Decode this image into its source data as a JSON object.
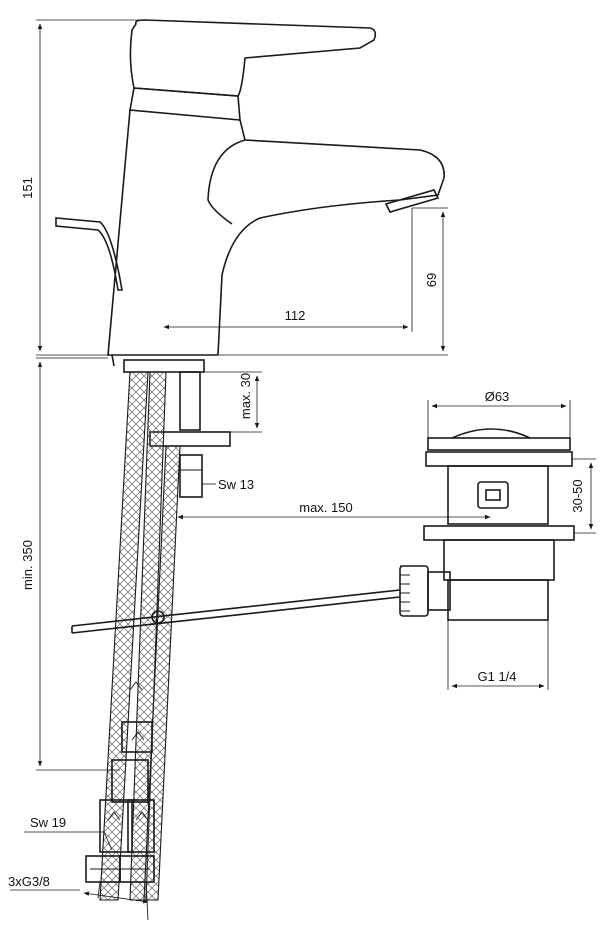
{
  "dimensions": {
    "height_total": "151",
    "spout_height": "69",
    "spout_reach": "112",
    "mount_thickness": "max. 30",
    "wrench_size_nut": "Sw 13",
    "rod_length": "max. 150",
    "hose_length": "min. 350",
    "wrench_size_hose": "Sw 19",
    "hose_thread": "3xG3/8",
    "waste_diameter": "Ø63",
    "waste_range": "30-50",
    "waste_thread": "G1 1/4"
  },
  "colors": {
    "line": "#1a1a1a",
    "background": "#ffffff"
  }
}
